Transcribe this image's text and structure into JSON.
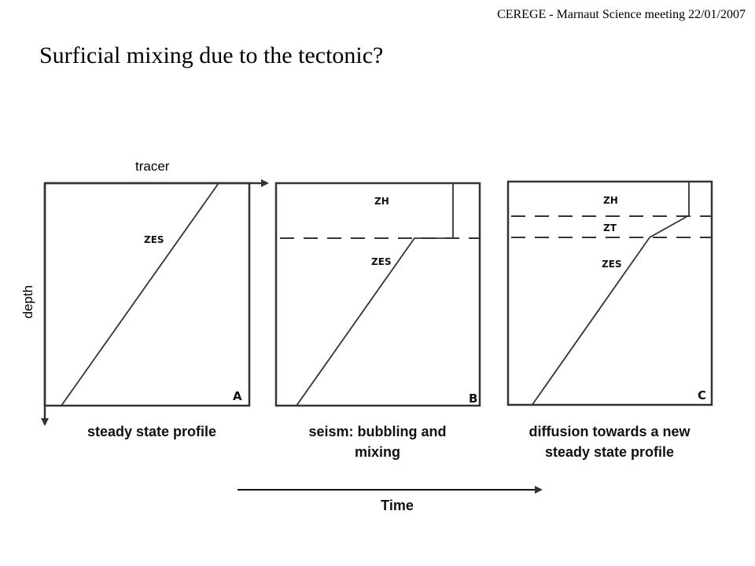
{
  "header": {
    "note": "CEREGE - Marnaut Science meeting 22/01/2007"
  },
  "slide": {
    "title": "Surficial mixing due to the tectonic?"
  },
  "axes": {
    "x_label": "tracer",
    "y_label": "depth"
  },
  "panels": [
    {
      "letter": "A",
      "zones": [
        "ZES"
      ],
      "caption": "steady state profile"
    },
    {
      "letter": "B",
      "zones": [
        "ZH",
        "ZES"
      ],
      "caption": "seism: bubbling and mixing"
    },
    {
      "letter": "C",
      "zones": [
        "ZH",
        "ZT",
        "ZES"
      ],
      "caption": "diffusion towards a new steady state profile"
    }
  ],
  "timeline": {
    "label": "Time"
  }
}
